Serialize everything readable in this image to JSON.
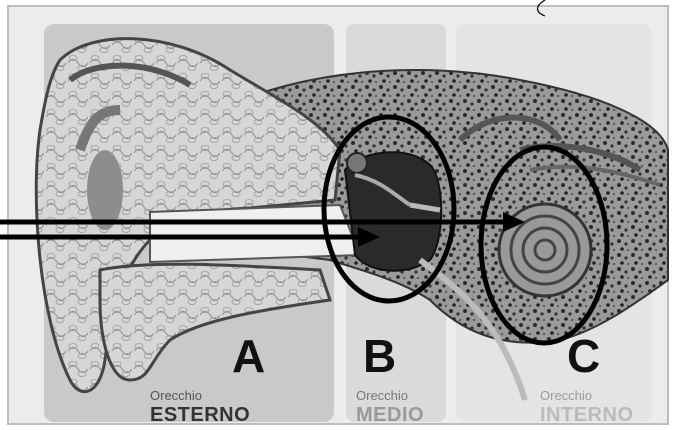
{
  "sections": [
    {
      "letter": "A",
      "label_small": "Orecchio",
      "label_big": "ESTERNO"
    },
    {
      "letter": "B",
      "label_small": "Orecchio",
      "label_big": "MEDIO"
    },
    {
      "letter": "C",
      "label_small": "Orecchio",
      "label_big": "INTERNO"
    }
  ]
}
